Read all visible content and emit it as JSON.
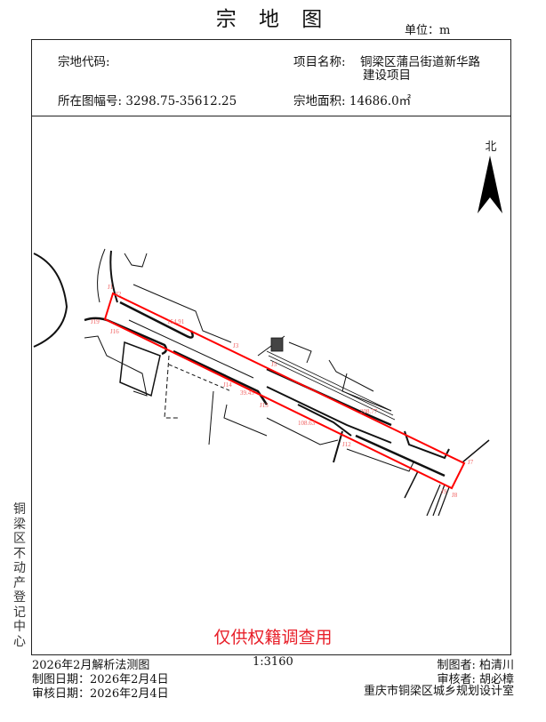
{
  "header": {
    "title": "宗 地 图",
    "unit": "单位：m"
  },
  "info": {
    "parcel_code_label": "宗地代码:",
    "parcel_code_value": "",
    "project_name_label": "项目名称:",
    "project_name_line1": "铜梁区蒲吕街道新华路",
    "project_name_line2": "建设项目",
    "sheet_no_label": "所在图幅号:",
    "sheet_no_value": "3298.75-35612.25",
    "area_label": "宗地面积:",
    "area_value": "14686.0㎡"
  },
  "map": {
    "north_label": "北",
    "parcel_color": "#ff0000",
    "point_labels": [
      "J1",
      "J2",
      "J3",
      "J5",
      "J7",
      "J8",
      "J9",
      "J12",
      "J13",
      "J14",
      "J16",
      "J19"
    ],
    "edge_labels": [
      "154.91",
      "39.45",
      "208.77",
      "108.63"
    ],
    "stamp": "仅供权籍调查用"
  },
  "side_text": "铜梁区不动产登记中心",
  "footer": {
    "method": "2026年2月解析法测图",
    "scale": "1:3160",
    "drawn_by": "制图者: 柏清川",
    "draw_date": "制图日期：2026年2月4日",
    "reviewer": "审核者: 胡必樟",
    "review_date": "审核日期：2026年2月4日",
    "organization": "重庆市铜梁区城乡规划设计室"
  }
}
